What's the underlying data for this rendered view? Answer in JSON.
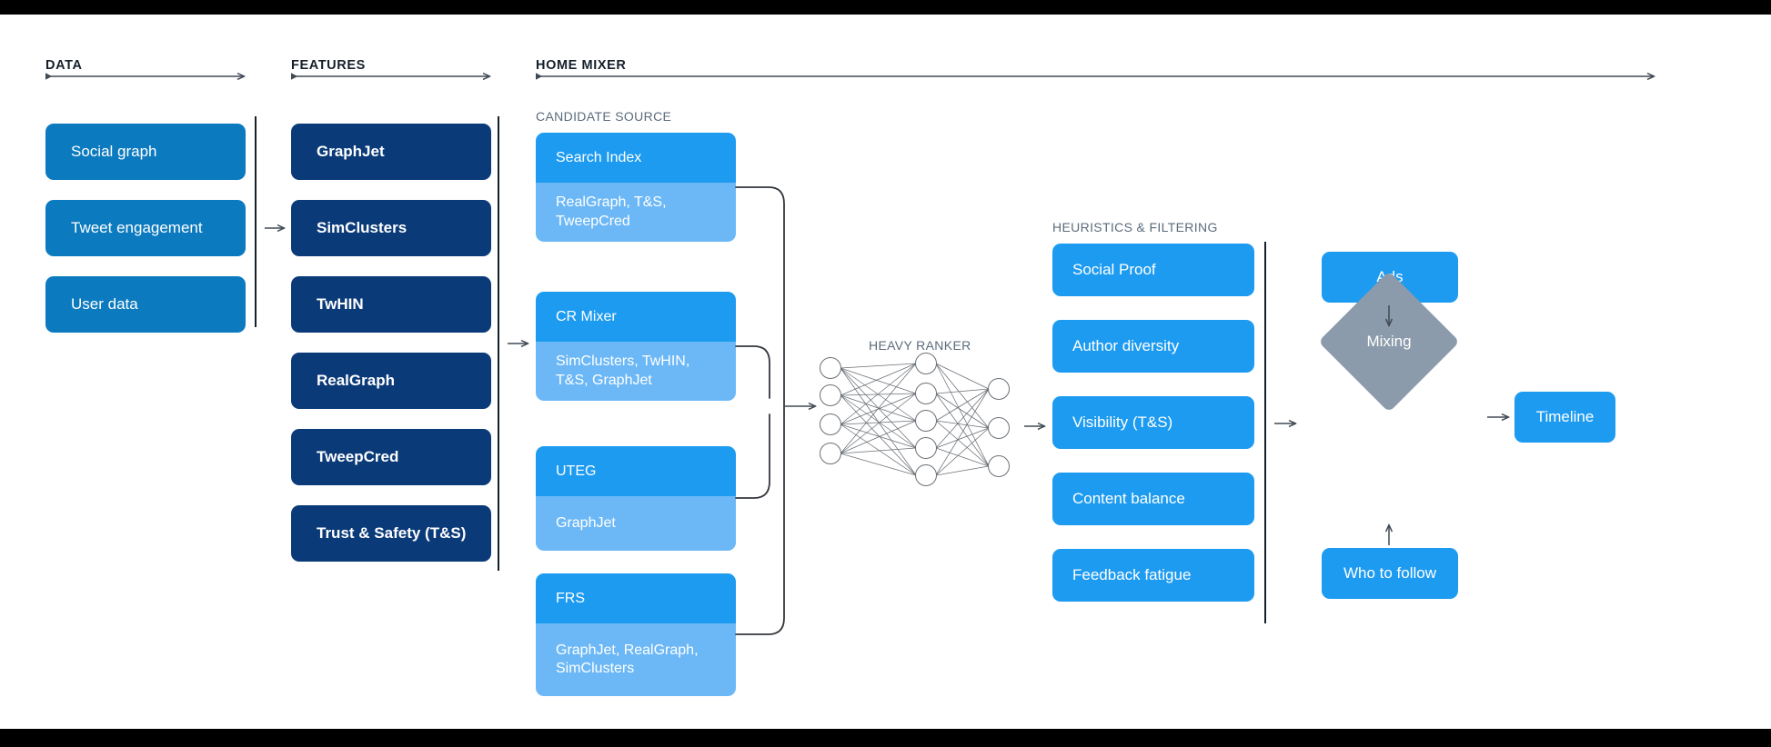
{
  "colors": {
    "data_blue": "#0c7abf",
    "feature_navy": "#0a3a78",
    "bright_blue": "#1d9bf0",
    "light_blue": "#6cb8f6",
    "diamond_gray": "#8c9bab",
    "header_text": "#15202b",
    "subheader_text": "#5b6b7b",
    "line_gray": "#404a54",
    "background": "#ffffff",
    "letterbox": "#000000"
  },
  "sections": {
    "data": {
      "title": "DATA"
    },
    "features": {
      "title": "FEATURES"
    },
    "home_mixer": {
      "title": "HOME MIXER"
    },
    "candidate_source": {
      "title": "CANDIDATE SOURCE"
    },
    "heavy_ranker": {
      "title": "HEAVY RANKER"
    },
    "heuristics": {
      "title": "HEURISTICS & FILTERING"
    }
  },
  "data_column": {
    "items": [
      {
        "label": "Social graph"
      },
      {
        "label": "Tweet engagement"
      },
      {
        "label": "User data"
      }
    ]
  },
  "features_column": {
    "items": [
      {
        "label": "GraphJet"
      },
      {
        "label": "SimClusters"
      },
      {
        "label": "TwHIN"
      },
      {
        "label": "RealGraph"
      },
      {
        "label": "TweepCred"
      },
      {
        "label": "Trust & Safety (T&S)"
      }
    ]
  },
  "candidate_sources": {
    "items": [
      {
        "title": "Search Index",
        "features": "RealGraph, T&S,\nTweepCred"
      },
      {
        "title": "CR Mixer",
        "features": "SimClusters, TwHIN,\nT&S, GraphJet"
      },
      {
        "title": "UTEG",
        "features": "GraphJet"
      },
      {
        "title": "FRS",
        "features": "GraphJet, RealGraph,\nSimClusters"
      }
    ]
  },
  "heavy_ranker": {
    "label": "HEAVY RANKER",
    "network": {
      "input_nodes": 4,
      "hidden_nodes": 5,
      "output_nodes": 3
    }
  },
  "heuristics_column": {
    "items": [
      {
        "label": "Social Proof"
      },
      {
        "label": "Author diversity"
      },
      {
        "label": "Visibility (T&S)"
      },
      {
        "label": "Content balance"
      },
      {
        "label": "Feedback fatigue"
      }
    ]
  },
  "mixing_stage": {
    "ads": {
      "label": "Ads"
    },
    "mixing": {
      "label": "Mixing"
    },
    "who_to_follow": {
      "label": "Who to follow"
    },
    "timeline": {
      "label": "Timeline"
    }
  }
}
